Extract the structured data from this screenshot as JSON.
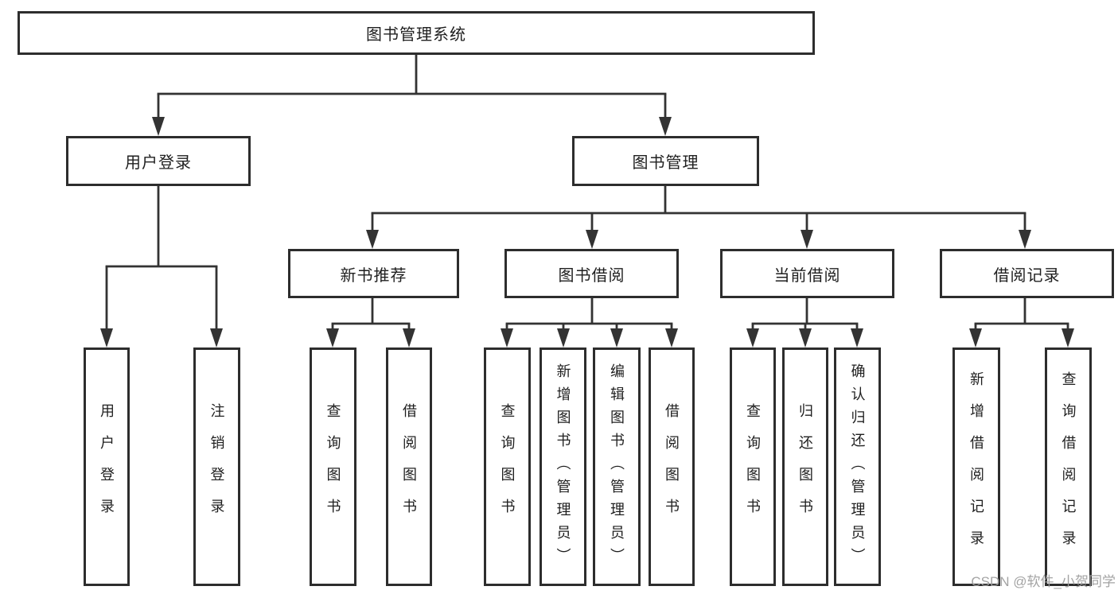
{
  "diagram": {
    "type": "hierarchy-tree",
    "root": {
      "label": "图书管理系统"
    },
    "branches": [
      {
        "label": "用户登录",
        "children": [
          {
            "label": "用户登录"
          },
          {
            "label": "注销登录"
          }
        ]
      },
      {
        "label": "图书管理",
        "children": [
          {
            "label": "新书推荐",
            "children": [
              {
                "label": "查询图书"
              },
              {
                "label": "借阅图书"
              }
            ]
          },
          {
            "label": "图书借阅",
            "children": [
              {
                "label": "查询图书"
              },
              {
                "label": "新增图书（管理员）"
              },
              {
                "label": "编辑图书（管理员）"
              },
              {
                "label": "借阅图书"
              }
            ]
          },
          {
            "label": "当前借阅",
            "children": [
              {
                "label": "查询图书"
              },
              {
                "label": "归还图书"
              },
              {
                "label": "确认归还（管理员）"
              }
            ]
          },
          {
            "label": "借阅记录",
            "children": [
              {
                "label": "新增借阅记录"
              },
              {
                "label": "查询借阅记录"
              }
            ]
          }
        ]
      }
    ],
    "watermark": "CSDN @软件_小贺同学",
    "colors": {
      "line": "#333333",
      "border": "#2d2d2d",
      "text": "#1f1f1f",
      "background": "#ffffff",
      "watermark": "#9e9e9e"
    }
  }
}
